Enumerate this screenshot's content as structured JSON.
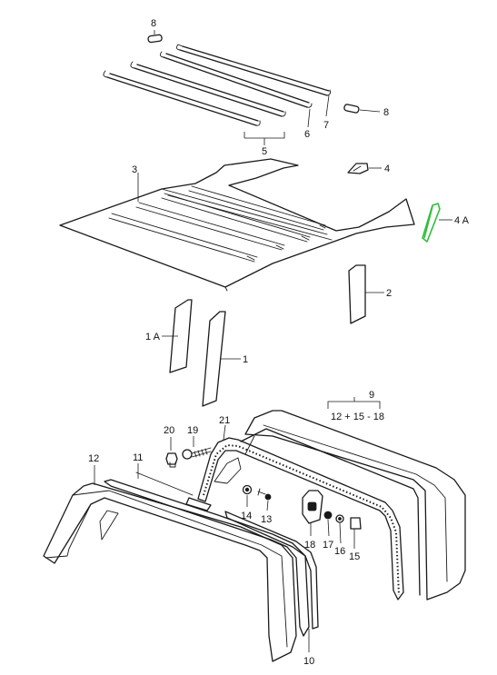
{
  "diagram": {
    "accent_color": "#2fbf3a",
    "highlighted_part": "4 A",
    "callouts": {
      "c8a": "8",
      "c8b": "8",
      "c7": "7",
      "c6": "6",
      "c5": "5",
      "c3": "3",
      "c4": "4",
      "c4a": "4 A",
      "c2": "2",
      "c1a": "1 A",
      "c1": "1",
      "c9": "9",
      "c9range": "12 + 15 - 18",
      "c20": "20",
      "c19": "19",
      "c21": "21",
      "c12": "12",
      "c11": "11",
      "c14": "14",
      "c13": "13",
      "c18": "18",
      "c17": "17",
      "c16": "16",
      "c15": "15",
      "c10": "10"
    }
  }
}
